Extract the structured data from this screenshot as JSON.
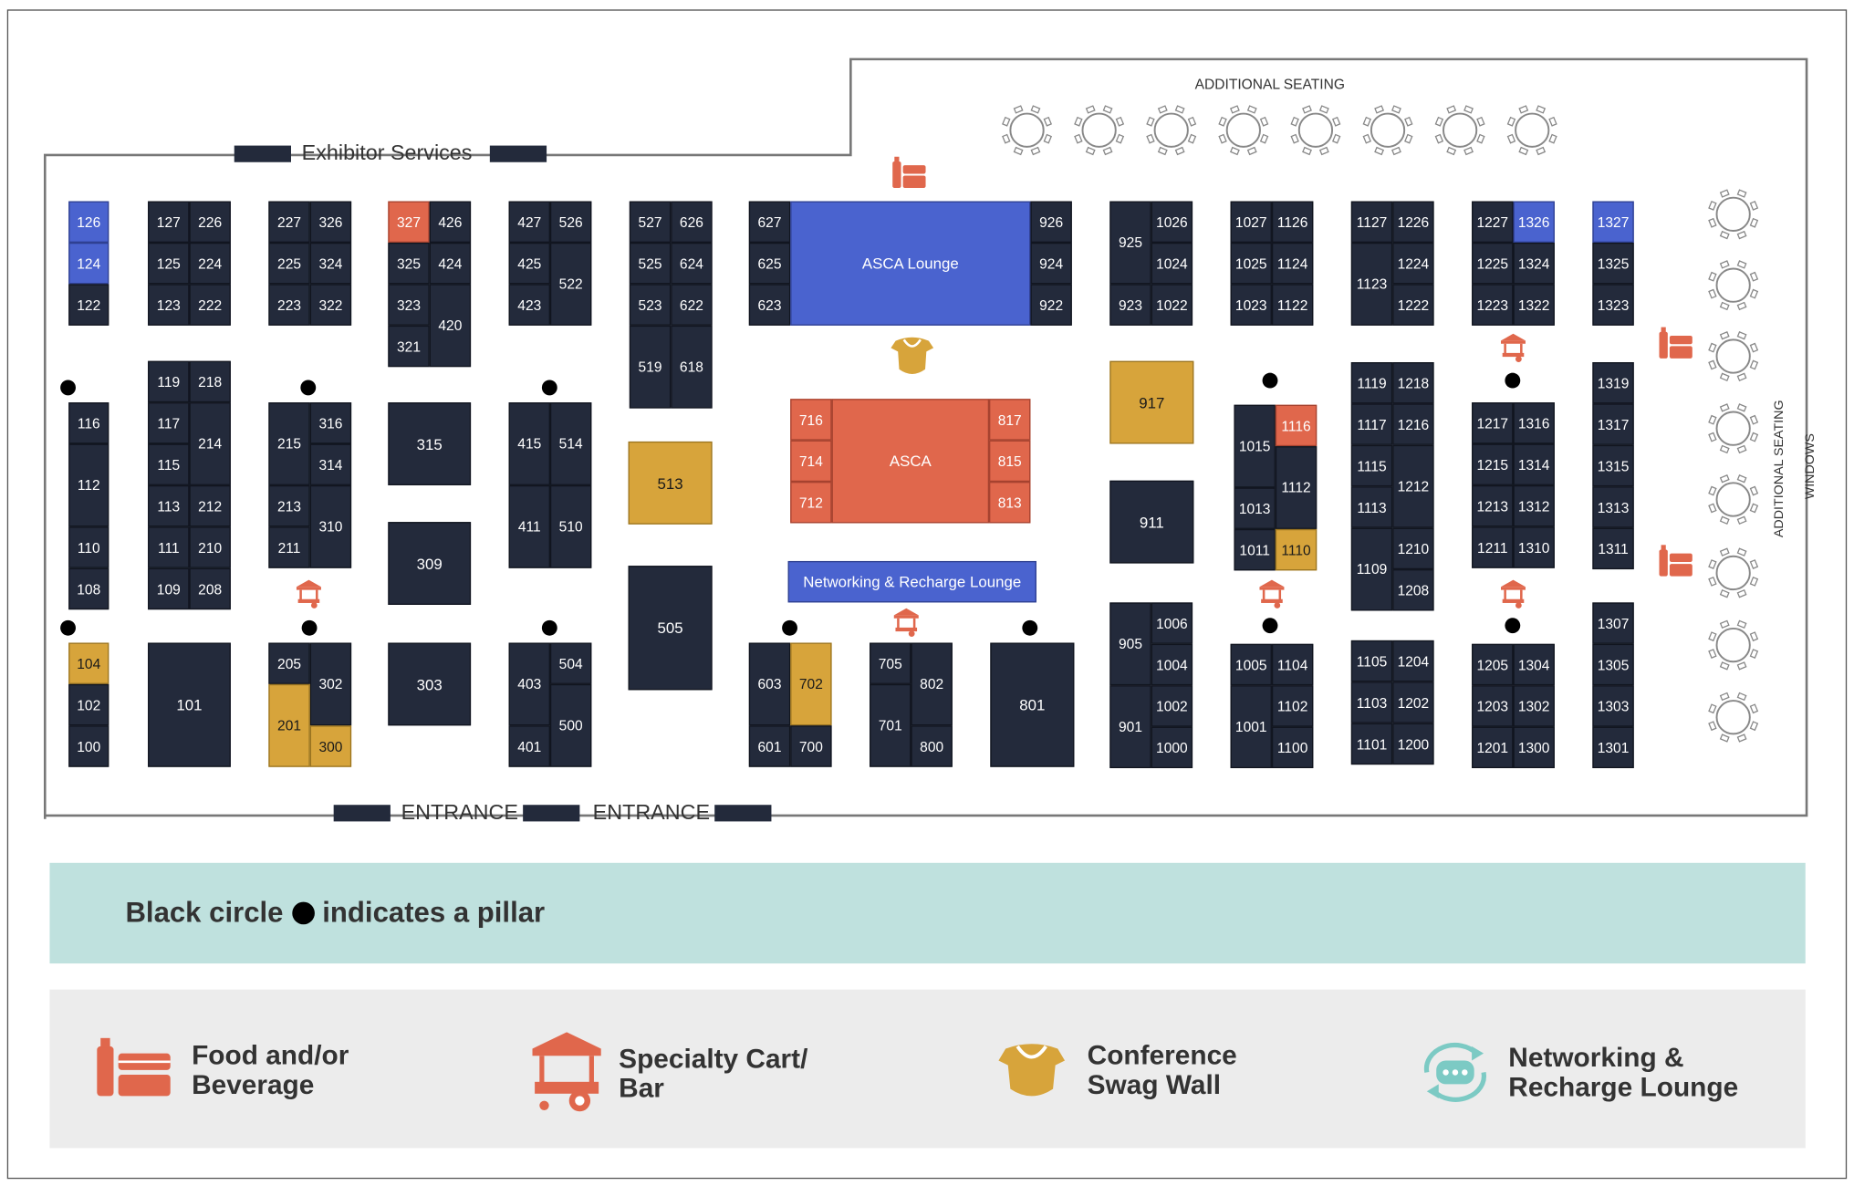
{
  "labels": {
    "exhibitor_services": "Exhibitor Services",
    "entrance_1": "ENTRANCE",
    "entrance_2": "ENTRANCE",
    "additional_seating_top": "ADDITIONAL SEATING",
    "additional_seating_right": "ADDITIONAL SEATING",
    "windows": "WINDOWS",
    "pillar_note_before": "Black circle",
    "pillar_note_after": "indicates a pillar"
  },
  "colors": {
    "booth": "#232a3b",
    "blue": "#4a63cf",
    "orange": "#e0674c",
    "gold": "#d7a43b",
    "pillar_note_bg": "#bfe1de",
    "legend_bg": "#ececec"
  },
  "legend": [
    {
      "icon": "food-beverage-icon",
      "label": "Food and/or\nBeverage"
    },
    {
      "icon": "specialty-cart-icon",
      "label": "Specialty Cart/\nBar"
    },
    {
      "icon": "swag-wall-icon",
      "label": "Conference\nSwag Wall"
    },
    {
      "icon": "networking-lounge-icon",
      "label": "Networking &\nRecharge Lounge"
    }
  ],
  "booths": [
    {
      "label": "126",
      "color": "blue"
    },
    {
      "label": "124",
      "color": "blue"
    },
    {
      "label": "122"
    },
    {
      "label": "127"
    },
    {
      "label": "226"
    },
    {
      "label": "125"
    },
    {
      "label": "224"
    },
    {
      "label": "123"
    },
    {
      "label": "222"
    },
    {
      "label": "227"
    },
    {
      "label": "326"
    },
    {
      "label": "225"
    },
    {
      "label": "324"
    },
    {
      "label": "223"
    },
    {
      "label": "322"
    },
    {
      "label": "327",
      "color": "orange"
    },
    {
      "label": "426"
    },
    {
      "label": "325"
    },
    {
      "label": "424"
    },
    {
      "label": "323"
    },
    {
      "label": "420"
    },
    {
      "label": "321"
    },
    {
      "label": "427"
    },
    {
      "label": "526"
    },
    {
      "label": "425"
    },
    {
      "label": "522"
    },
    {
      "label": "423"
    },
    {
      "label": "527"
    },
    {
      "label": "626"
    },
    {
      "label": "525"
    },
    {
      "label": "624"
    },
    {
      "label": "523"
    },
    {
      "label": "622"
    },
    {
      "label": "519"
    },
    {
      "label": "618"
    },
    {
      "label": "627"
    },
    {
      "label": "625"
    },
    {
      "label": "623"
    },
    {
      "label": "ASCA Lounge",
      "color": "blue"
    },
    {
      "label": "926"
    },
    {
      "label": "924"
    },
    {
      "label": "922"
    },
    {
      "label": "925"
    },
    {
      "label": "1026"
    },
    {
      "label": "1024"
    },
    {
      "label": "923"
    },
    {
      "label": "1022"
    },
    {
      "label": "1027"
    },
    {
      "label": "1126"
    },
    {
      "label": "1025"
    },
    {
      "label": "1124"
    },
    {
      "label": "1023"
    },
    {
      "label": "1122"
    },
    {
      "label": "1127"
    },
    {
      "label": "1226"
    },
    {
      "label": "1123"
    },
    {
      "label": "1224"
    },
    {
      "label": "1222"
    },
    {
      "label": "1227"
    },
    {
      "label": "1326",
      "color": "blue"
    },
    {
      "label": "1225"
    },
    {
      "label": "1324"
    },
    {
      "label": "1223"
    },
    {
      "label": "1322"
    },
    {
      "label": "1327",
      "color": "blue"
    },
    {
      "label": "1325"
    },
    {
      "label": "1323"
    },
    {
      "label": "116"
    },
    {
      "label": "112"
    },
    {
      "label": "110"
    },
    {
      "label": "108"
    },
    {
      "label": "119"
    },
    {
      "label": "218"
    },
    {
      "label": "117"
    },
    {
      "label": "214"
    },
    {
      "label": "115"
    },
    {
      "label": "113"
    },
    {
      "label": "212"
    },
    {
      "label": "111"
    },
    {
      "label": "210"
    },
    {
      "label": "109"
    },
    {
      "label": "208"
    },
    {
      "label": "215"
    },
    {
      "label": "316"
    },
    {
      "label": "314"
    },
    {
      "label": "213"
    },
    {
      "label": "310"
    },
    {
      "label": "211"
    },
    {
      "label": "315"
    },
    {
      "label": "309"
    },
    {
      "label": "415"
    },
    {
      "label": "514"
    },
    {
      "label": "411"
    },
    {
      "label": "510"
    },
    {
      "label": "513",
      "color": "gold"
    },
    {
      "label": "505"
    },
    {
      "label": "716",
      "color": "orange"
    },
    {
      "label": "714",
      "color": "orange"
    },
    {
      "label": "712",
      "color": "orange"
    },
    {
      "label": "ASCA",
      "color": "orange"
    },
    {
      "label": "817",
      "color": "orange"
    },
    {
      "label": "815",
      "color": "orange"
    },
    {
      "label": "813",
      "color": "orange"
    },
    {
      "label": "Networking & Recharge Lounge",
      "color": "blue"
    },
    {
      "label": "917",
      "color": "gold"
    },
    {
      "label": "911"
    },
    {
      "label": "1015"
    },
    {
      "label": "1116",
      "color": "orange"
    },
    {
      "label": "1112"
    },
    {
      "label": "1013"
    },
    {
      "label": "1011"
    },
    {
      "label": "1110",
      "color": "gold"
    },
    {
      "label": "1119"
    },
    {
      "label": "1218"
    },
    {
      "label": "1117"
    },
    {
      "label": "1216"
    },
    {
      "label": "1115"
    },
    {
      "label": "1212"
    },
    {
      "label": "1113"
    },
    {
      "label": "1109"
    },
    {
      "label": "1210"
    },
    {
      "label": "1208"
    },
    {
      "label": "1217"
    },
    {
      "label": "1316"
    },
    {
      "label": "1215"
    },
    {
      "label": "1314"
    },
    {
      "label": "1213"
    },
    {
      "label": "1312"
    },
    {
      "label": "1211"
    },
    {
      "label": "1310"
    },
    {
      "label": "1319"
    },
    {
      "label": "1317"
    },
    {
      "label": "1315"
    },
    {
      "label": "1313"
    },
    {
      "label": "1311"
    },
    {
      "label": "104",
      "color": "gold"
    },
    {
      "label": "102"
    },
    {
      "label": "100"
    },
    {
      "label": "101"
    },
    {
      "label": "205"
    },
    {
      "label": "302"
    },
    {
      "label": "201",
      "color": "gold"
    },
    {
      "label": "300",
      "color": "gold"
    },
    {
      "label": "303"
    },
    {
      "label": "504"
    },
    {
      "label": "403"
    },
    {
      "label": "500"
    },
    {
      "label": "401"
    },
    {
      "label": "603"
    },
    {
      "label": "702",
      "color": "gold"
    },
    {
      "label": "601"
    },
    {
      "label": "700"
    },
    {
      "label": "705"
    },
    {
      "label": "802"
    },
    {
      "label": "701"
    },
    {
      "label": "800"
    },
    {
      "label": "801"
    },
    {
      "label": "1006"
    },
    {
      "label": "905"
    },
    {
      "label": "1004"
    },
    {
      "label": "901"
    },
    {
      "label": "1002"
    },
    {
      "label": "1000"
    },
    {
      "label": "1005"
    },
    {
      "label": "1104"
    },
    {
      "label": "1001"
    },
    {
      "label": "1102"
    },
    {
      "label": "1100"
    },
    {
      "label": "1105"
    },
    {
      "label": "1204"
    },
    {
      "label": "1103"
    },
    {
      "label": "1202"
    },
    {
      "label": "1101"
    },
    {
      "label": "1200"
    },
    {
      "label": "1205"
    },
    {
      "label": "1304"
    },
    {
      "label": "1203"
    },
    {
      "label": "1302"
    },
    {
      "label": "1201"
    },
    {
      "label": "1300"
    },
    {
      "label": "1307"
    },
    {
      "label": "1305"
    },
    {
      "label": "1303"
    },
    {
      "label": "1301"
    }
  ]
}
